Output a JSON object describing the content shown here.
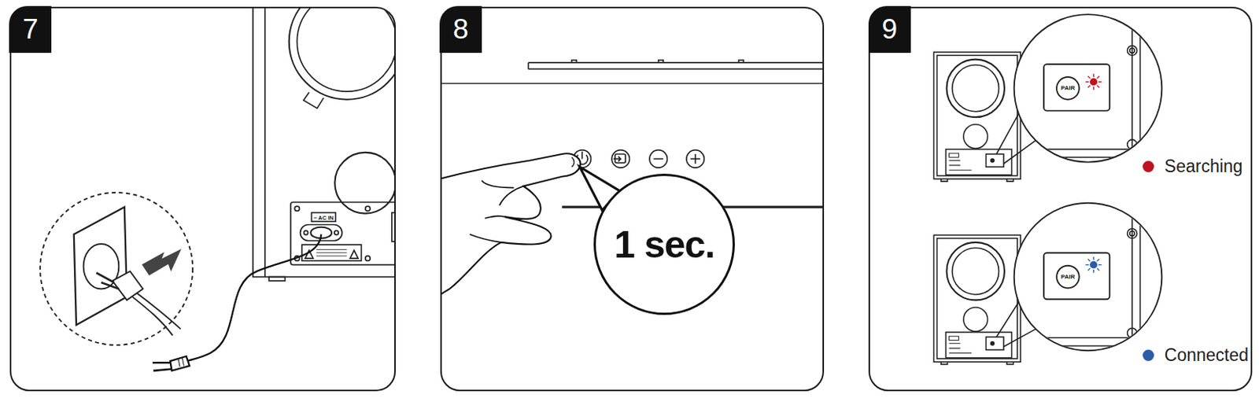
{
  "diagram": {
    "nodes": [
      {
        "text": [
          "7"
        ]
      },
      {
        "text": [
          "8"
        ]
      },
      {
        "text": [
          "9"
        ]
      },
      {
        "text": [
          "1 sec."
        ],
        "in": 1
      }
    ],
    "labels": [
      "~ AC IN",
      "PAIR",
      "PAIR"
    ],
    "legend": [
      {
        "text": "Searching",
        "color": "#c0121e"
      },
      {
        "text": "Connected",
        "color": "#2a5caa"
      }
    ]
  }
}
